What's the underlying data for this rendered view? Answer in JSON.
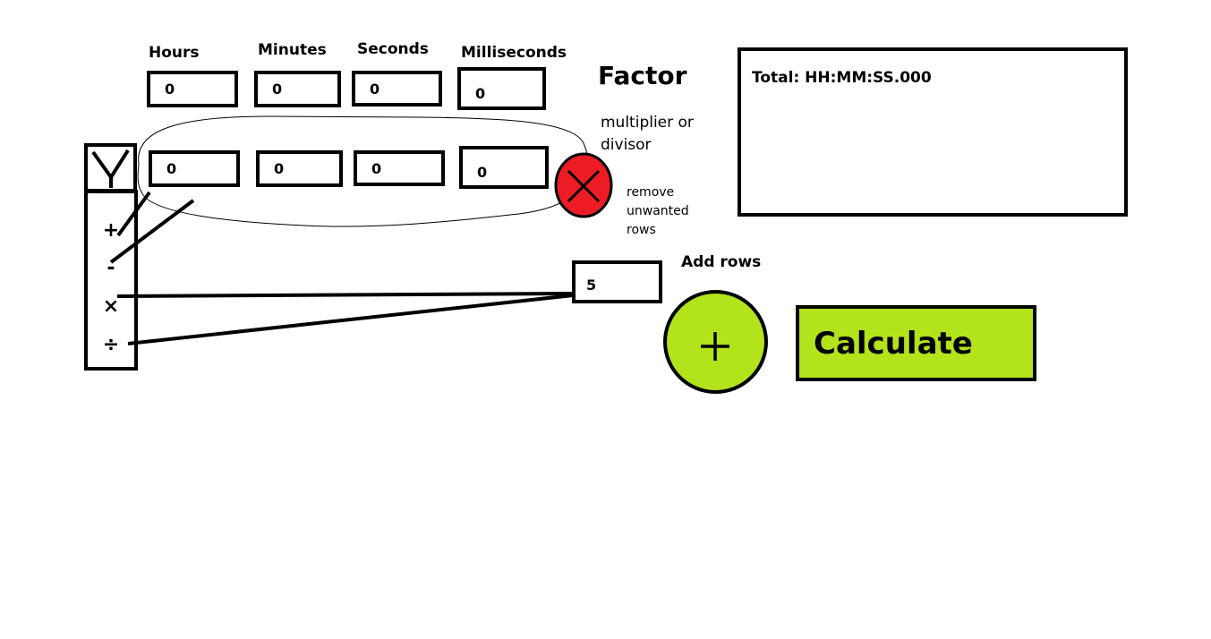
{
  "headers": {
    "hours": "Hours",
    "minutes": "Minutes",
    "seconds": "Seconds",
    "milliseconds": "Milliseconds"
  },
  "header_row": {
    "hours": "0",
    "minutes": "0",
    "seconds": "0",
    "milliseconds": "0"
  },
  "factor_row": {
    "hours": "0",
    "minutes": "0",
    "seconds": "0",
    "milliseconds": "0"
  },
  "operations": [
    "+",
    "-",
    "×",
    "÷"
  ],
  "factor": {
    "title": "Factor",
    "subtitle_line1": "multiplier or",
    "subtitle_line2": "divisor"
  },
  "remove": {
    "line1": "remove",
    "line2": "unwanted",
    "line3": "rows"
  },
  "total": {
    "text": "Total: HH:MM:SS.000"
  },
  "add_rows": {
    "label": "Add rows",
    "count": "5"
  },
  "calculate": {
    "label": "Calculate"
  },
  "colors": {
    "accent_green": "#b2e31b",
    "remove_red": "#ed1c24"
  },
  "icons": {
    "remove": "close-icon",
    "dropdown": "chevron-down-icon",
    "add": "plus-icon"
  }
}
